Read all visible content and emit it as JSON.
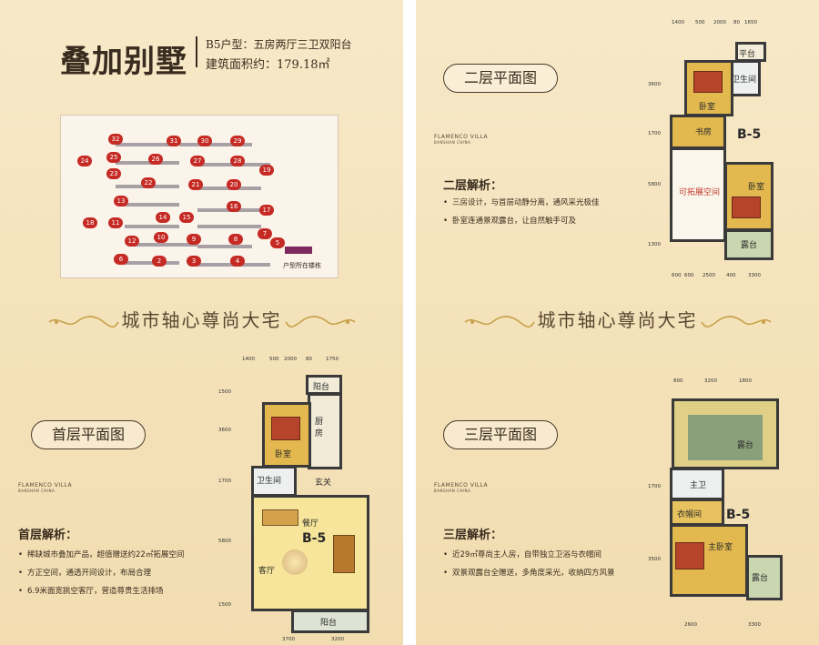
{
  "left": {
    "title": "叠加别墅",
    "subtitle_1": "B5户型：五房两厅三卫双阳台",
    "subtitle_2": "建筑面积约：179.18㎡",
    "banner": "城市轴心尊尚大宅",
    "site_legend": "户型所在楼栋",
    "site_labels": [
      "32",
      "31",
      "30",
      "29",
      "24",
      "25",
      "26",
      "27",
      "28",
      "19",
      "23",
      "22",
      "21",
      "20",
      "13",
      "14",
      "15",
      "16",
      "17",
      "18",
      "11",
      "12",
      "10",
      "9",
      "8",
      "7",
      "6",
      "2",
      "3",
      "4",
      "5"
    ],
    "section_pill": "首层平面图",
    "brand": "FLAMENCO VILLA",
    "brand_small": "BANSHAN CHINA",
    "analysis_title": "首层解析：",
    "bullets": [
      "稀缺城市叠加产品，超值赠送约22㎡拓展空间",
      "方正空间，通透开间设计，布局合理",
      "6.9米面宽挑空客厅，营造尊贵生活排场"
    ],
    "plan": {
      "rooms": [
        "阳台",
        "厨房",
        "卧室",
        "卫生间",
        "玄关",
        "餐厅",
        "客厅",
        "阳台"
      ],
      "unit": "B-5",
      "dims_top": [
        "1400",
        "500",
        "2000",
        "80",
        "1750"
      ],
      "dims_left": [
        "1500",
        "3600",
        "1700",
        "5800",
        "1500"
      ],
      "dims_bottom": [
        "3700",
        "3200"
      ]
    }
  },
  "right": {
    "banner": "城市轴心尊尚大宅",
    "pill_2": "二层平面图",
    "brand": "FLAMENCO VILLA",
    "brand_small": "BANSHAN CHINA",
    "analysis_2_title": "二层解析：",
    "bullets_2": [
      "三房设计，与首层动静分离，通风采光极佳",
      "卧室连通景观露台，让自然触手可及"
    ],
    "plan_2": {
      "rooms": [
        "平台",
        "卫生间",
        "卧室",
        "书房",
        "可拓展空间",
        "卧室",
        "露台"
      ],
      "unit": "B-5",
      "dims_top": [
        "1400",
        "500",
        "2000",
        "80",
        "1650"
      ],
      "dims_left": [
        "3600",
        "1700",
        "5800",
        "1300"
      ],
      "dims_bottom": [
        "600",
        "600",
        "2500",
        "400",
        "3300"
      ]
    },
    "pill_3": "三层平面图",
    "analysis_3_title": "三层解析：",
    "bullets_3": [
      "近29㎡尊尚主人房，自带独立卫浴与衣帽间",
      "双景观露台全赠送，多角度采光，收纳四方风景"
    ],
    "plan_3": {
      "rooms": [
        "露台",
        "主卫",
        "衣帽间",
        "主卧室",
        "露台"
      ],
      "unit": "B-5",
      "dims_top": [
        "800",
        "3200",
        "1800"
      ],
      "dims_left": [
        "1700",
        "3500"
      ],
      "dims_bottom": [
        "2600",
        "3300"
      ]
    }
  }
}
